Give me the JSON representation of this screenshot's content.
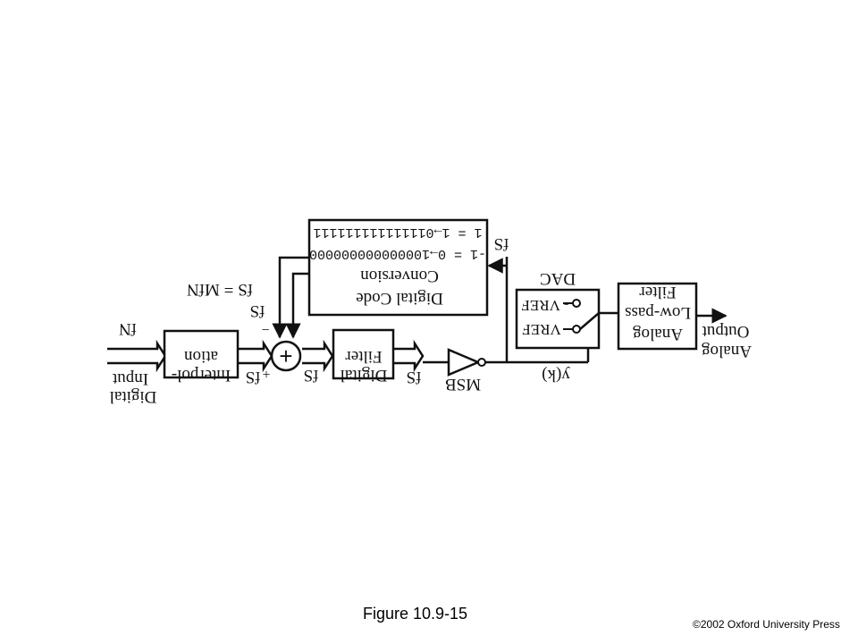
{
  "caption": "Figure 10.9-15",
  "copyright": "©2002 Oxford University Press",
  "diagram": {
    "input_label_1": "Digital",
    "input_label_2": "Input",
    "input_freq": "fN",
    "interp_line_1": "Interpol-",
    "interp_line_2": "ation",
    "fs_eq_label": "fS = MfN",
    "fs_label": "fS",
    "plus_sign": "+",
    "minus_sign": "−",
    "summer_symbol": "+",
    "filter_line_1": "Digital",
    "filter_line_2": "Filter",
    "msb_label": "MSB",
    "yk_label": "y(k)",
    "code_row_1": "1 = 1→011111111111111",
    "code_row_2": "-1 = 0→100000000000000",
    "code_title_1": "Conversion",
    "code_title_2": "Digital Code",
    "dac_title": "DAC",
    "vref_neg": "- VREF",
    "vref_pos": "VREF",
    "lp_line_1": "Filter",
    "lp_line_2": "Low-pass",
    "lp_line_3": "Analog",
    "out_label_1": "Output",
    "out_label_2": "Analog"
  }
}
